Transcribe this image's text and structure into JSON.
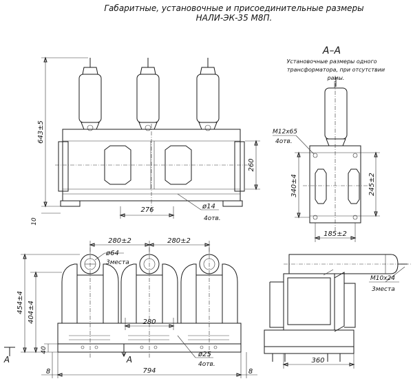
{
  "title": {
    "line1": "Габаритные, установочные и присоединительные размеры",
    "line2": "НАЛИ-ЭК-35 М8П."
  },
  "section": {
    "label": "А–А",
    "note_line1": "Установочные размеры одного",
    "note_line2": "трансформатора, при отсутствии",
    "note_line3": "рамы."
  },
  "front_view": {
    "dim_height": "643±5",
    "dim_260": "260",
    "dim_276": "276",
    "hole_dia": "ø14",
    "hole_count": "4отв.",
    "dim_10": "10"
  },
  "side_top": {
    "bolt": "М12х65",
    "bolt_count": "4отв.",
    "dim_340": "340±4",
    "dim_245": "245±2",
    "dim_185": "185±2"
  },
  "plan_view": {
    "dim_280a": "280±2",
    "dim_280b": "280±2",
    "hole_dia": "ø64",
    "hole_count": "3места",
    "dim_454": "454±4",
    "dim_404": "404±4",
    "dim_280c": "280",
    "dim_40": "40",
    "bolt_dia": "ø25",
    "bolt_count": "4отв.",
    "dim_8a": "8",
    "dim_794": "794",
    "dim_8b": "8",
    "sect_a_left": "А",
    "sect_a_right": "А"
  },
  "side_view": {
    "thread": "М10х24",
    "thread_count": "3места",
    "dim_360": "360"
  }
}
